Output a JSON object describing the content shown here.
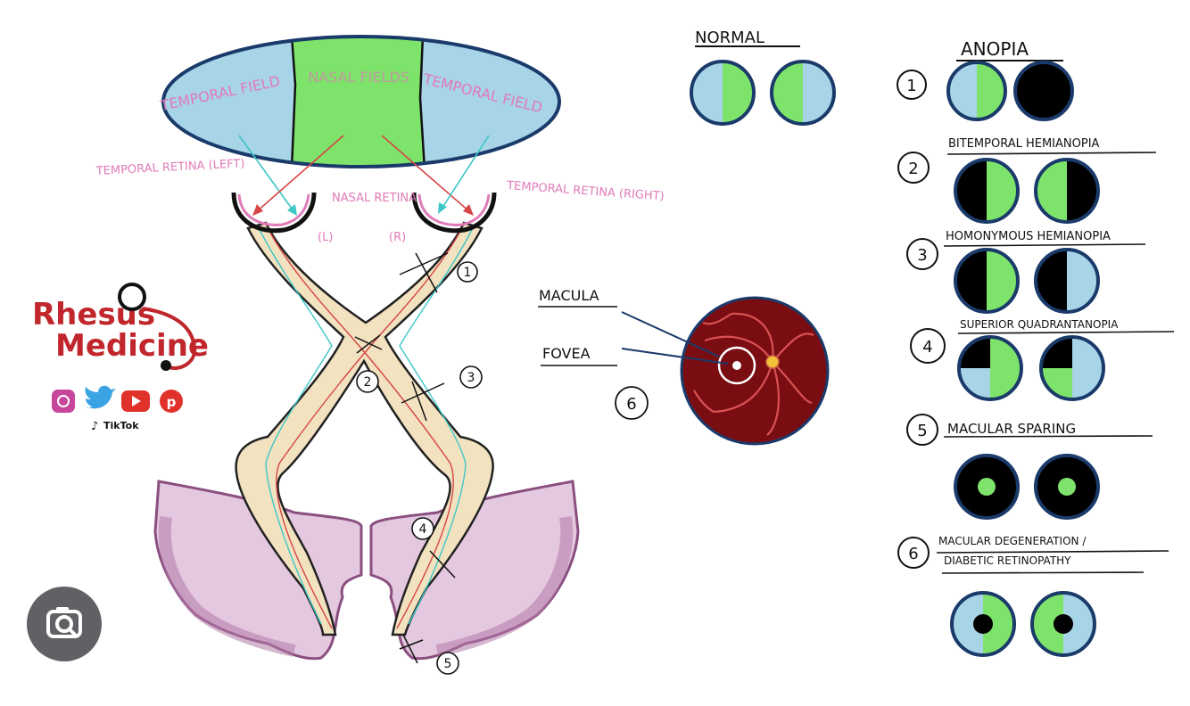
{
  "colors": {
    "blue": "#a8d4e8",
    "green": "#7ee36a",
    "black": "#000000",
    "outline": "#1a3a6a",
    "pink": "#e07ab8",
    "nerve": "#f3e2c0",
    "cortex": "#e4c8df",
    "cortex_dark": "#b37aa8",
    "retina_bg": "#7a0d12",
    "brand": "#c0262b"
  },
  "field": {
    "left": "TEMPORAL FIELD",
    "center": "NASAL FIELDS",
    "right": "TEMPORAL FIELD"
  },
  "retina_labels": {
    "left": "TEMPORAL RETINA (LEFT)",
    "nasal": "NASAL RETINA",
    "nasal_l": "(L)",
    "nasal_r": "(R)",
    "right": "TEMPORAL RETINA (RIGHT)"
  },
  "lesion_numbers": [
    "1",
    "2",
    "3",
    "4",
    "5"
  ],
  "fundus": {
    "macula": "MACULA",
    "fovea": "FOVEA",
    "number": "6"
  },
  "brand": {
    "line1": "Rhesus",
    "line2": "Medicine",
    "tiktok": "TikTok",
    "social_icons": [
      "instagram-icon",
      "twitter-icon",
      "youtube-icon",
      "pinterest-icon"
    ]
  },
  "normal": {
    "title": "NORMAL"
  },
  "anopia": {
    "title": "ANOPIA",
    "rows": [
      {
        "number": "1",
        "label": ""
      },
      {
        "number": "2",
        "label": "BITEMPORAL HEMIANOPIA"
      },
      {
        "number": "3",
        "label": "HOMONYMOUS HEMIANOPIA"
      },
      {
        "number": "4",
        "label": "SUPERIOR QUADRANTANOPIA"
      },
      {
        "number": "5",
        "label": "MACULAR SPARING"
      },
      {
        "number": "6",
        "label": "MACULAR DEGENERATION / DIABETIC RETINOPATHY"
      }
    ]
  },
  "lens_button": {
    "icon": "lens-search-icon"
  }
}
